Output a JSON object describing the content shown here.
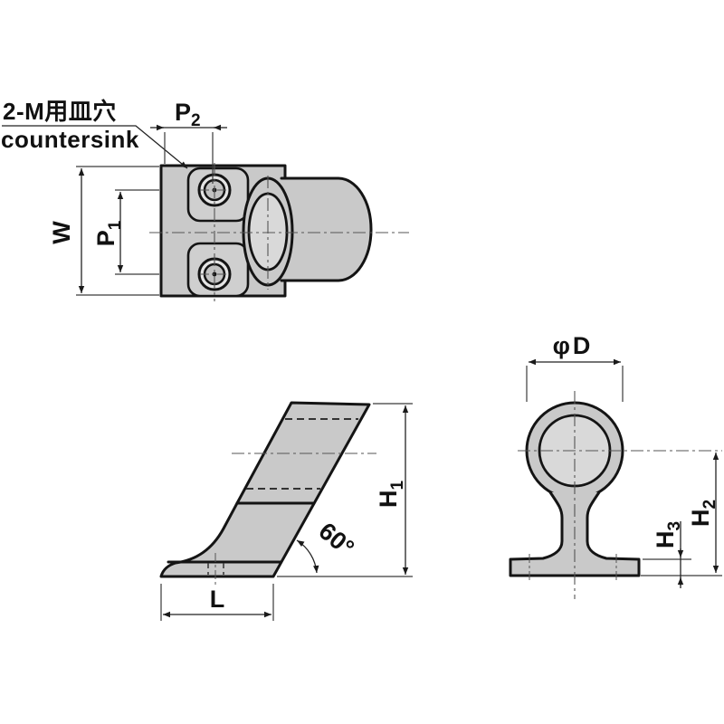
{
  "drawing": {
    "title_hint": "handrail bracket dimension drawing",
    "background": "#ffffff",
    "line_color": "#141414",
    "part_fill": "#c9c9c9",
    "bore_fill": "#d9d9d9",
    "note": {
      "jp": "2-M用皿穴",
      "en": "countersink"
    },
    "top_view": {
      "p2": {
        "main": "P",
        "sub": "2"
      },
      "w": "W",
      "p1": {
        "main": "P",
        "sub": "1"
      }
    },
    "side_view": {
      "h1": {
        "main": "H",
        "sub": "1"
      },
      "l": "L",
      "angle": "60°"
    },
    "front_view": {
      "d": "φD",
      "h2": {
        "main": "H",
        "sub": "2"
      },
      "h3": {
        "main": "H",
        "sub": "3"
      }
    }
  }
}
